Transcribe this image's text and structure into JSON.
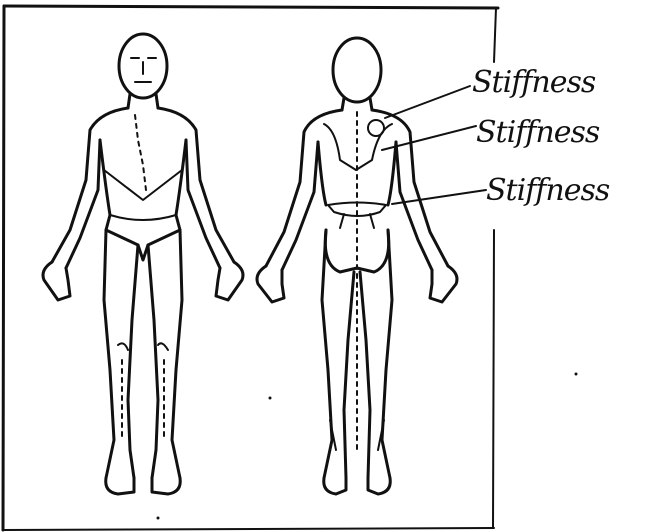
{
  "annotations": [
    {
      "id": "upper",
      "text": "Stiffness"
    },
    {
      "id": "middle",
      "text": "Stiffness"
    },
    {
      "id": "lower",
      "text": "Stiffness"
    }
  ],
  "figures": [
    {
      "id": "front",
      "view": "anterior"
    },
    {
      "id": "back",
      "view": "posterior"
    }
  ],
  "colors": {
    "ink": "#111111",
    "paper": "#ffffff"
  }
}
